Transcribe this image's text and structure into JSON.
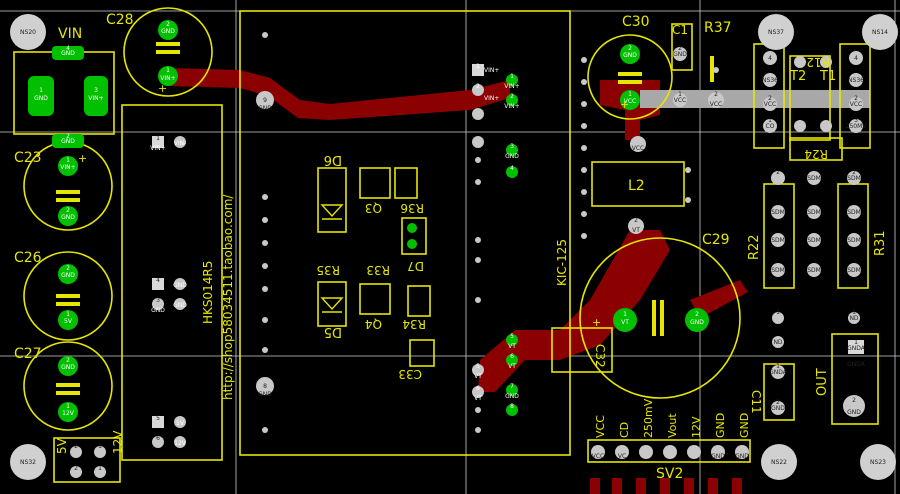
{
  "colors": {
    "background": "#000000",
    "copper_top": "#8b0000",
    "silkscreen": "#e6e600",
    "pad": "#00c000",
    "pad_drill": "#c8c8c8",
    "grid": "#cfcfcf",
    "trace_grey": "#a8a8a8"
  },
  "mount_holes": [
    {
      "label": "NS20"
    },
    {
      "label": "NS37"
    },
    {
      "label": "NS14"
    },
    {
      "label": "NS32"
    },
    {
      "label": "NS22"
    },
    {
      "label": "NS23"
    }
  ],
  "designators": {
    "c28": "C28",
    "vin": "VIN",
    "c23": "C23",
    "c26": "C26",
    "c27": "C27",
    "c30": "C30",
    "c1": "C1",
    "r37": "R37",
    "r12": "R12",
    "t2": "T2",
    "t1": "T1",
    "r24": "R24",
    "l2": "L2",
    "c29": "C29",
    "r22": "R22",
    "r31": "R31",
    "c11": "C11",
    "out": "OUT",
    "c32": "C32",
    "sv2": "SV2",
    "d6": "D6",
    "d5": "D5",
    "d7": "D7",
    "r36": "R36",
    "r35": "R35",
    "r33": "R33",
    "r34": "R34",
    "c33": "C33",
    "q3": "Q3",
    "q4": "Q4",
    "module_left": "HKS014R5",
    "url_left": "http://shop58034511.taobao.com/",
    "module_right": "KIC-125",
    "pin_header_labels": [
      "VCC",
      "CD",
      "250mV",
      "Vout",
      "12V",
      "GND",
      "GND"
    ],
    "bottom_left": [
      "5V",
      "12V"
    ]
  },
  "pads": {
    "gnd": "GND",
    "vin_plus": "VIN+",
    "vin_minus": "VIN-",
    "five_v": "5V",
    "twelve_v": "12V",
    "vcc": "VCC",
    "vt": "VT",
    "co": "CO",
    "ns36": "NS36",
    "r250mv": "250MV",
    "sdm": "SDM",
    "nd": "ND",
    "gnda": "GNDA",
    "vc": "VC",
    "n1": "1",
    "n2": "2",
    "n3": "3",
    "n4": "4",
    "n5": "5",
    "n6": "6",
    "n7": "7",
    "n8": "8",
    "n9": "9"
  }
}
